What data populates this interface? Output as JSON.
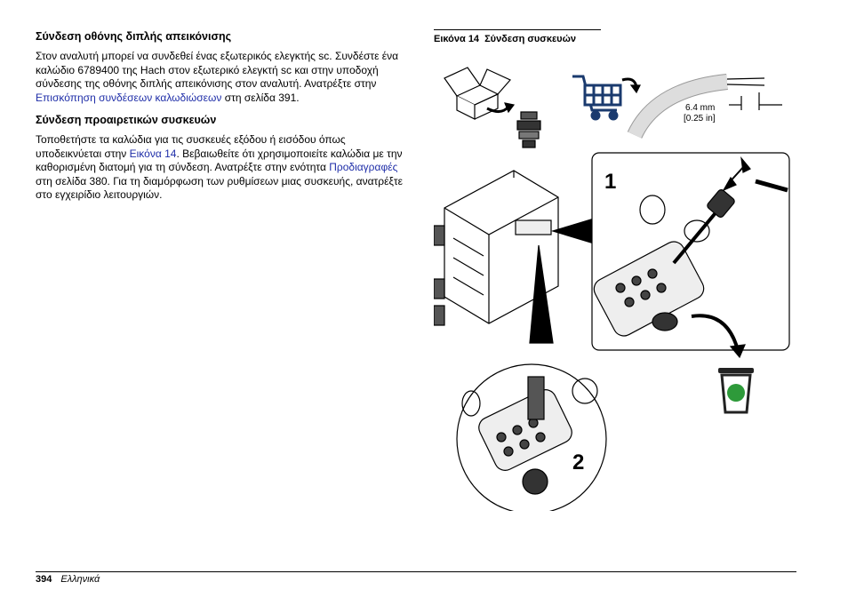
{
  "section1": {
    "heading": "Σύνδεση οθόνης διπλής απεικόνισης",
    "para_a": "Στον αναλυτή μπορεί να συνδεθεί ένας εξωτερικός ελεγκτής sc. Συνδέστε ένα καλώδιο 6789400 της Hach στον εξωτερικό ελεγκτή sc και στην υποδοχή σύνδεσης της οθόνης διπλής απεικόνισης στον αναλυτή. Ανατρέξτε στην ",
    "link": "Επισκόπηση συνδέσεων καλωδιώσεων",
    "para_b": " στη σελίδα 391."
  },
  "section2": {
    "heading": "Σύνδεση προαιρετικών συσκευών",
    "para_a": "Τοποθετήστε τα καλώδια για τις συσκευές εξόδου ή εισόδου όπως υποδεικνύεται στην ",
    "link1": "Εικόνα 14",
    "para_b": ". Βεβαιωθείτε ότι χρησιμοποιείτε καλώδια με την καθορισμένη διατομή για τη σύνδεση. Ανατρέξτε στην ενότητα ",
    "link2": "Προδιαγραφές",
    "para_c": " στη σελίδα 380. Για τη διαμόρφωση των ρυθμίσεων μιας συσκευής, ανατρέξτε στο εγχειρίδιο λειτουργιών."
  },
  "figure": {
    "number": "Εικόνα 14",
    "title": "Σύνδεση συσκευών",
    "strip_mm": "6.4 mm",
    "strip_in": "[0.25 in]",
    "step1": "1",
    "step2": "2"
  },
  "footer": {
    "page": "394",
    "language": "Ελληνικά"
  },
  "colors": {
    "link": "#1f2ea8",
    "cart": "#1a3a6e",
    "recycle": "#2e9a3a"
  }
}
